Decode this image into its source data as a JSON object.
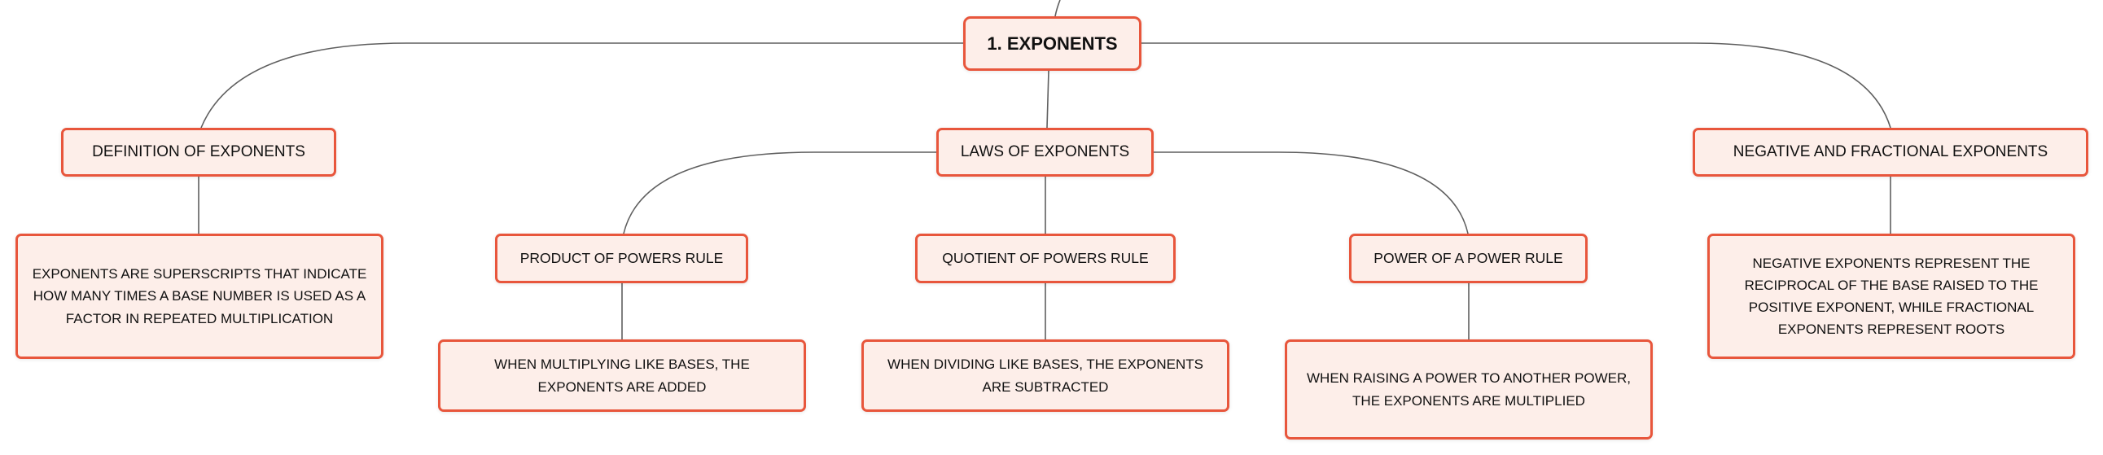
{
  "root": {
    "label": "1. EXPONENTS"
  },
  "branches": {
    "definition": {
      "label": "DEFINITION OF EXPONENTS",
      "detail": "EXPONENTS ARE SUPERSCRIPTS THAT INDICATE HOW MANY TIMES A BASE NUMBER IS USED AS A FACTOR IN REPEATED MULTIPLICATION"
    },
    "laws": {
      "label": "LAWS OF EXPONENTS",
      "rules": {
        "product": {
          "label": "PRODUCT OF POWERS RULE",
          "detail": "WHEN MULTIPLYING LIKE BASES, THE EXPONENTS ARE ADDED"
        },
        "quotient": {
          "label": "QUOTIENT OF POWERS RULE",
          "detail": "WHEN DIVIDING LIKE BASES, THE EXPONENTS ARE SUBTRACTED"
        },
        "power": {
          "label": "POWER OF A POWER RULE",
          "detail": "WHEN RAISING A POWER TO ANOTHER POWER, THE EXPONENTS ARE MULTIPLIED"
        }
      }
    },
    "negative": {
      "label": "NEGATIVE AND FRACTIONAL EXPONENTS",
      "detail": "NEGATIVE EXPONENTS REPRESENT THE RECIPROCAL OF THE BASE RAISED TO THE POSITIVE EXPONENT, WHILE FRACTIONAL EXPONENTS REPRESENT ROOTS"
    }
  },
  "colors": {
    "node_border": "#e8563c",
    "node_fill": "#fdeee9",
    "connector": "#5f5f5f",
    "text": "#111111"
  }
}
